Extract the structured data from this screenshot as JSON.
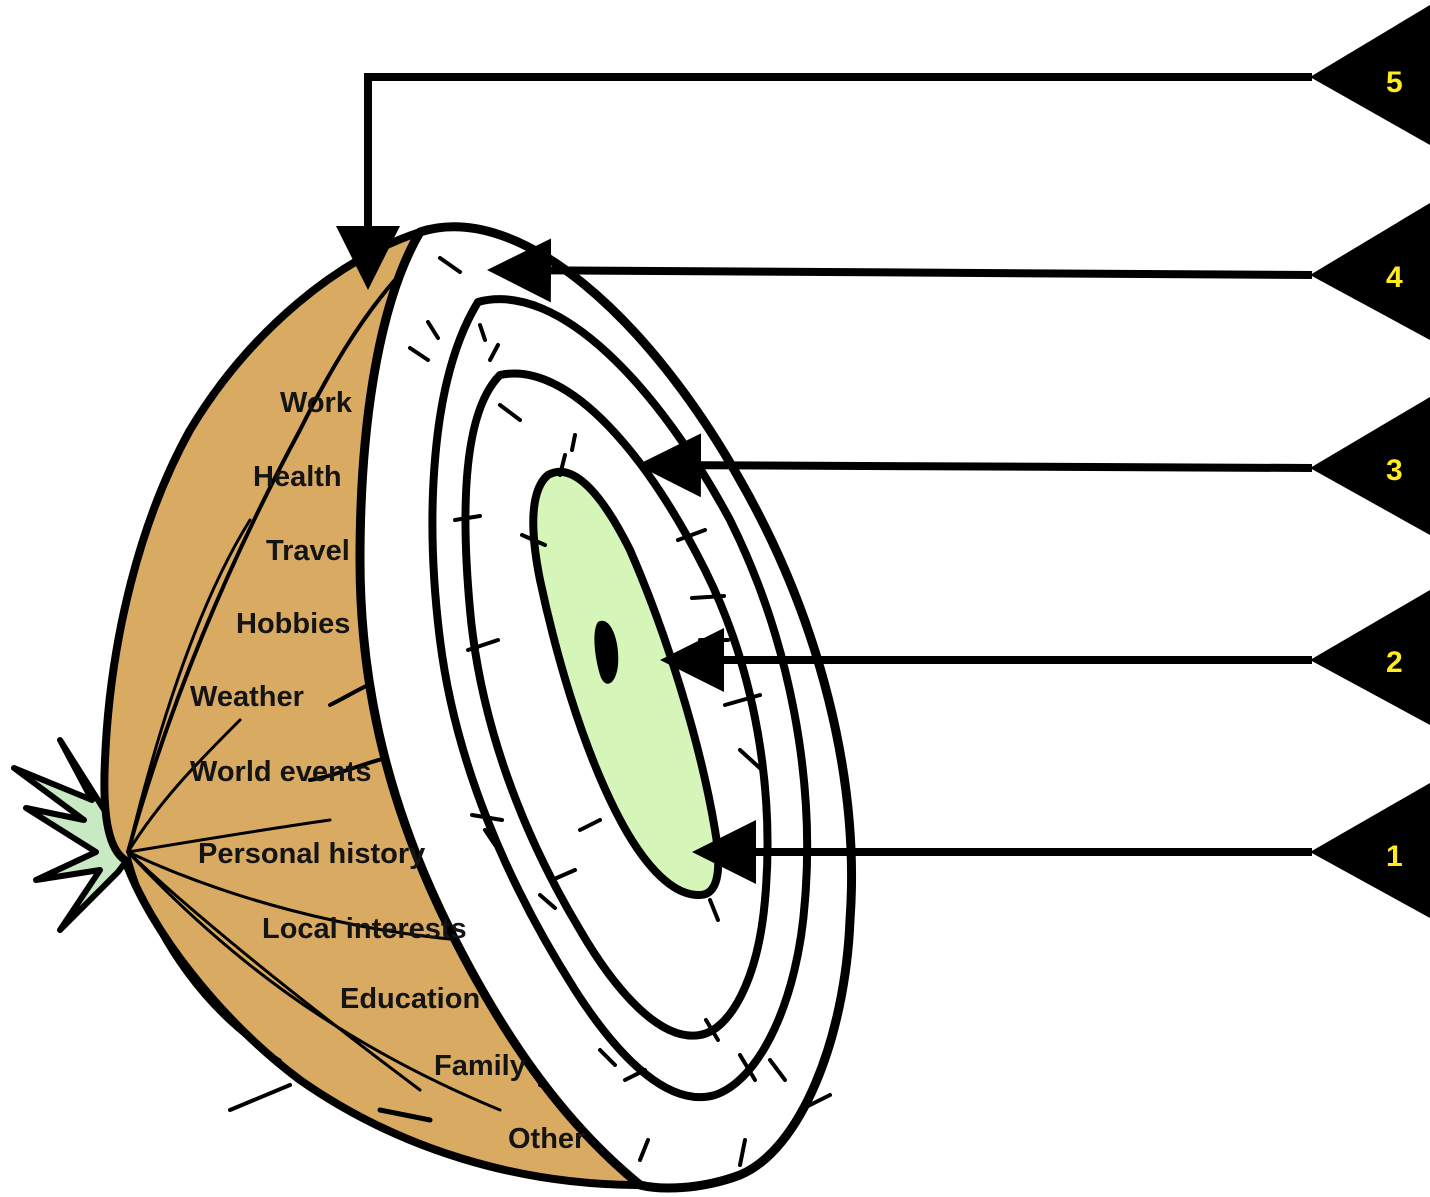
{
  "colors": {
    "onion_skin": "#d9aa62",
    "core": "#d6f5b8",
    "sprout": "#c9e8c4",
    "outline": "#000000",
    "layer_fill": "#ffffff",
    "marker_fill": "#000000",
    "marker_text": "#ffec1f"
  },
  "topics": [
    "Work",
    "Health",
    "Travel",
    "Hobbies",
    "Weather",
    "World events",
    "Personal history",
    "Local interests",
    "Education",
    "Family",
    "Other"
  ],
  "layers": [
    {
      "number": "5",
      "points_to": "outer skin"
    },
    {
      "number": "4",
      "points_to": "outer ring"
    },
    {
      "number": "3",
      "points_to": "middle ring"
    },
    {
      "number": "2",
      "points_to": "inner ring"
    },
    {
      "number": "1",
      "points_to": "core"
    }
  ]
}
